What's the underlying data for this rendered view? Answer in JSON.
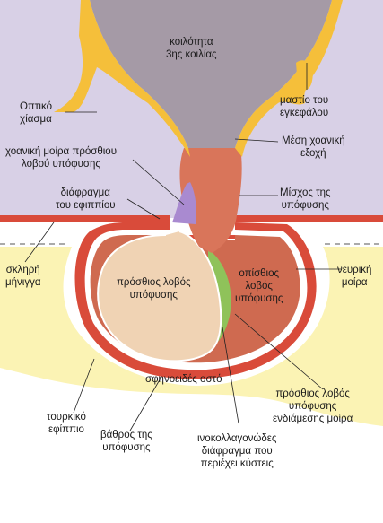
{
  "labels": {
    "ventricle": [
      "κοιλότητα",
      "3ης κοιλίας"
    ],
    "optic_chiasm": [
      "Οπτικό",
      "χίασμα"
    ],
    "mammillary_body": [
      "μαστίο του",
      "εγκεφάλου"
    ],
    "median_eminence": [
      "Μέση χοανική",
      "εξοχή"
    ],
    "pars_tuberalis": [
      "χοανική μοίρα πρόσθιου",
      "λοβού υπόφυσης"
    ],
    "diaphragma_sellae": [
      "διάφραγμα",
      "του εφιππίου"
    ],
    "pituitary_stalk": [
      "Μίσχος της",
      "υπόφυσης"
    ],
    "dura_mater": [
      "σκληρή",
      "μήνιγγα"
    ],
    "anterior_lobe": [
      "πρόσθιος λοβός",
      "υπόφυσης"
    ],
    "posterior_lobe": [
      "οπίσθιος",
      "λοβός",
      "υπόφυσης"
    ],
    "pars_nervosa": [
      "νευρική",
      "μοίρα"
    ],
    "sphenoid_bone": [
      "σφηνοειδές οστό"
    ],
    "pars_intermedia": [
      "πρόσθιος λοβός",
      "υπόφυσης",
      "ενδιάμεσης μοίρα"
    ],
    "sella_turcica": [
      "τουρκικό",
      "εφίππιο"
    ],
    "pituitary_fossa": [
      "βάθρος της",
      "υπόφυσης"
    ],
    "colloid_septum": [
      "ινοκολλαγονώδες",
      "διάφραγμα που",
      "περιέχει κύστεις"
    ]
  },
  "colors": {
    "brain_background": "#d8d0e6",
    "ventricle": "#a59aa6",
    "optic_tissue": "#f5bf3a",
    "stalk": "#d9755a",
    "anterior_lobe": "#f0d3b4",
    "posterior_lobe": "#cf6a50",
    "pars_tuberalis": "#a98ad0",
    "intermediate": "#8fc25a",
    "dura": "#d94b3a",
    "bone": "#fbf3b4"
  }
}
